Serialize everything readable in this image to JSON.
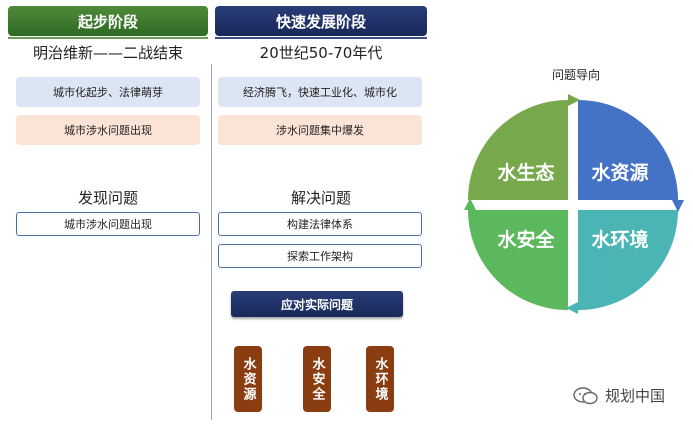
{
  "stages": {
    "left_title": "起步阶段",
    "right_title": "快速发展阶段"
  },
  "eras": {
    "left": "明治维新——二战结束",
    "right": "20世纪50-70年代"
  },
  "left_column": {
    "trait": "城市化起步、法律萌芽",
    "issue": "城市涉水问题出现",
    "section_title": "发现问题",
    "items": [
      "城市涉水问题出现"
    ]
  },
  "right_column": {
    "trait": "经济腾飞，快速工业化、城市化",
    "issue": "涉水问题集中爆发",
    "section_title": "解决问题",
    "items": [
      "构建法律体系",
      "探索工作架构"
    ],
    "banner": "应对实际问题",
    "pills": [
      "水资源",
      "水安全",
      "水环境"
    ]
  },
  "wheel": {
    "title": "问题导向",
    "quadrants": [
      {
        "label": "水生态",
        "color": "#77a84b"
      },
      {
        "label": "水资源",
        "color": "#4472c4"
      },
      {
        "label": "水安全",
        "color": "#5cb85c"
      },
      {
        "label": "水环境",
        "color": "#4bb5b5"
      }
    ]
  },
  "watermark": "规划中国"
}
